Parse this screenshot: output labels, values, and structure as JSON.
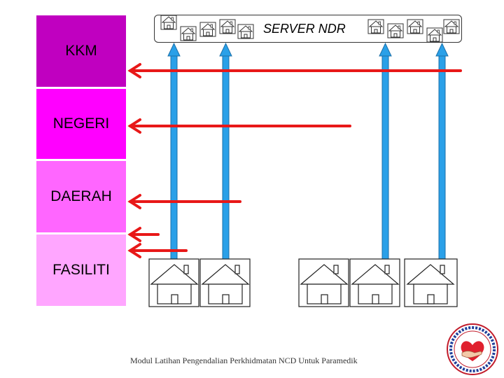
{
  "levels": {
    "kkm": "KKM",
    "negeri": "NEGERI",
    "daerah": "DAERAH",
    "fasiliti": "FASILITI"
  },
  "server": {
    "label": "SERVER NDR"
  },
  "footer": "Modul Latihan Pengendalian Perkhidmatan NCD Untuk Paramedik",
  "colors": {
    "kkm": "#c000c0",
    "negeri": "#ff00ff",
    "daerah": "#ff66ff",
    "fasiliti": "#ffa6ff",
    "upload_arrow": "#2aa0e8",
    "report_arrow": "#e81818"
  },
  "icons": {
    "server_houses": "house-icon",
    "facility": "house-icon",
    "logo": "heart-hand-logo"
  }
}
